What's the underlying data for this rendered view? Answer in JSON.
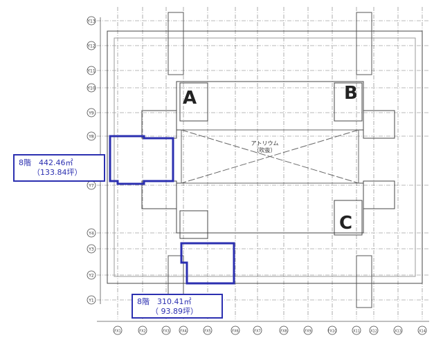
{
  "plan": {
    "core_labels": [
      "A",
      "B",
      "C"
    ],
    "atrium": {
      "line1": "アトリウム",
      "line2": "（吹抜）"
    },
    "row_axes": [
      "Y13",
      "Y12",
      "Y11",
      "Y10",
      "Y9",
      "Y8",
      "Y7",
      "Y4",
      "Y3",
      "Y2",
      "Y1"
    ],
    "col_axes": [
      "FX1",
      "FX2",
      "FX3",
      "FX4",
      "FX5",
      "FX6",
      "FX7",
      "FX8",
      "FX9",
      "FX10",
      "X11",
      "X12",
      "X13",
      "X14"
    ]
  },
  "areas": [
    {
      "floor_area": "8階　442.46㎡",
      "tsubo": "（133.84坪）"
    },
    {
      "floor_area": "8階　310.41㎡",
      "tsubo": "（ 93.89坪）"
    }
  ],
  "colors": {
    "highlight": "#2b2fb0",
    "lines": "#555555"
  }
}
